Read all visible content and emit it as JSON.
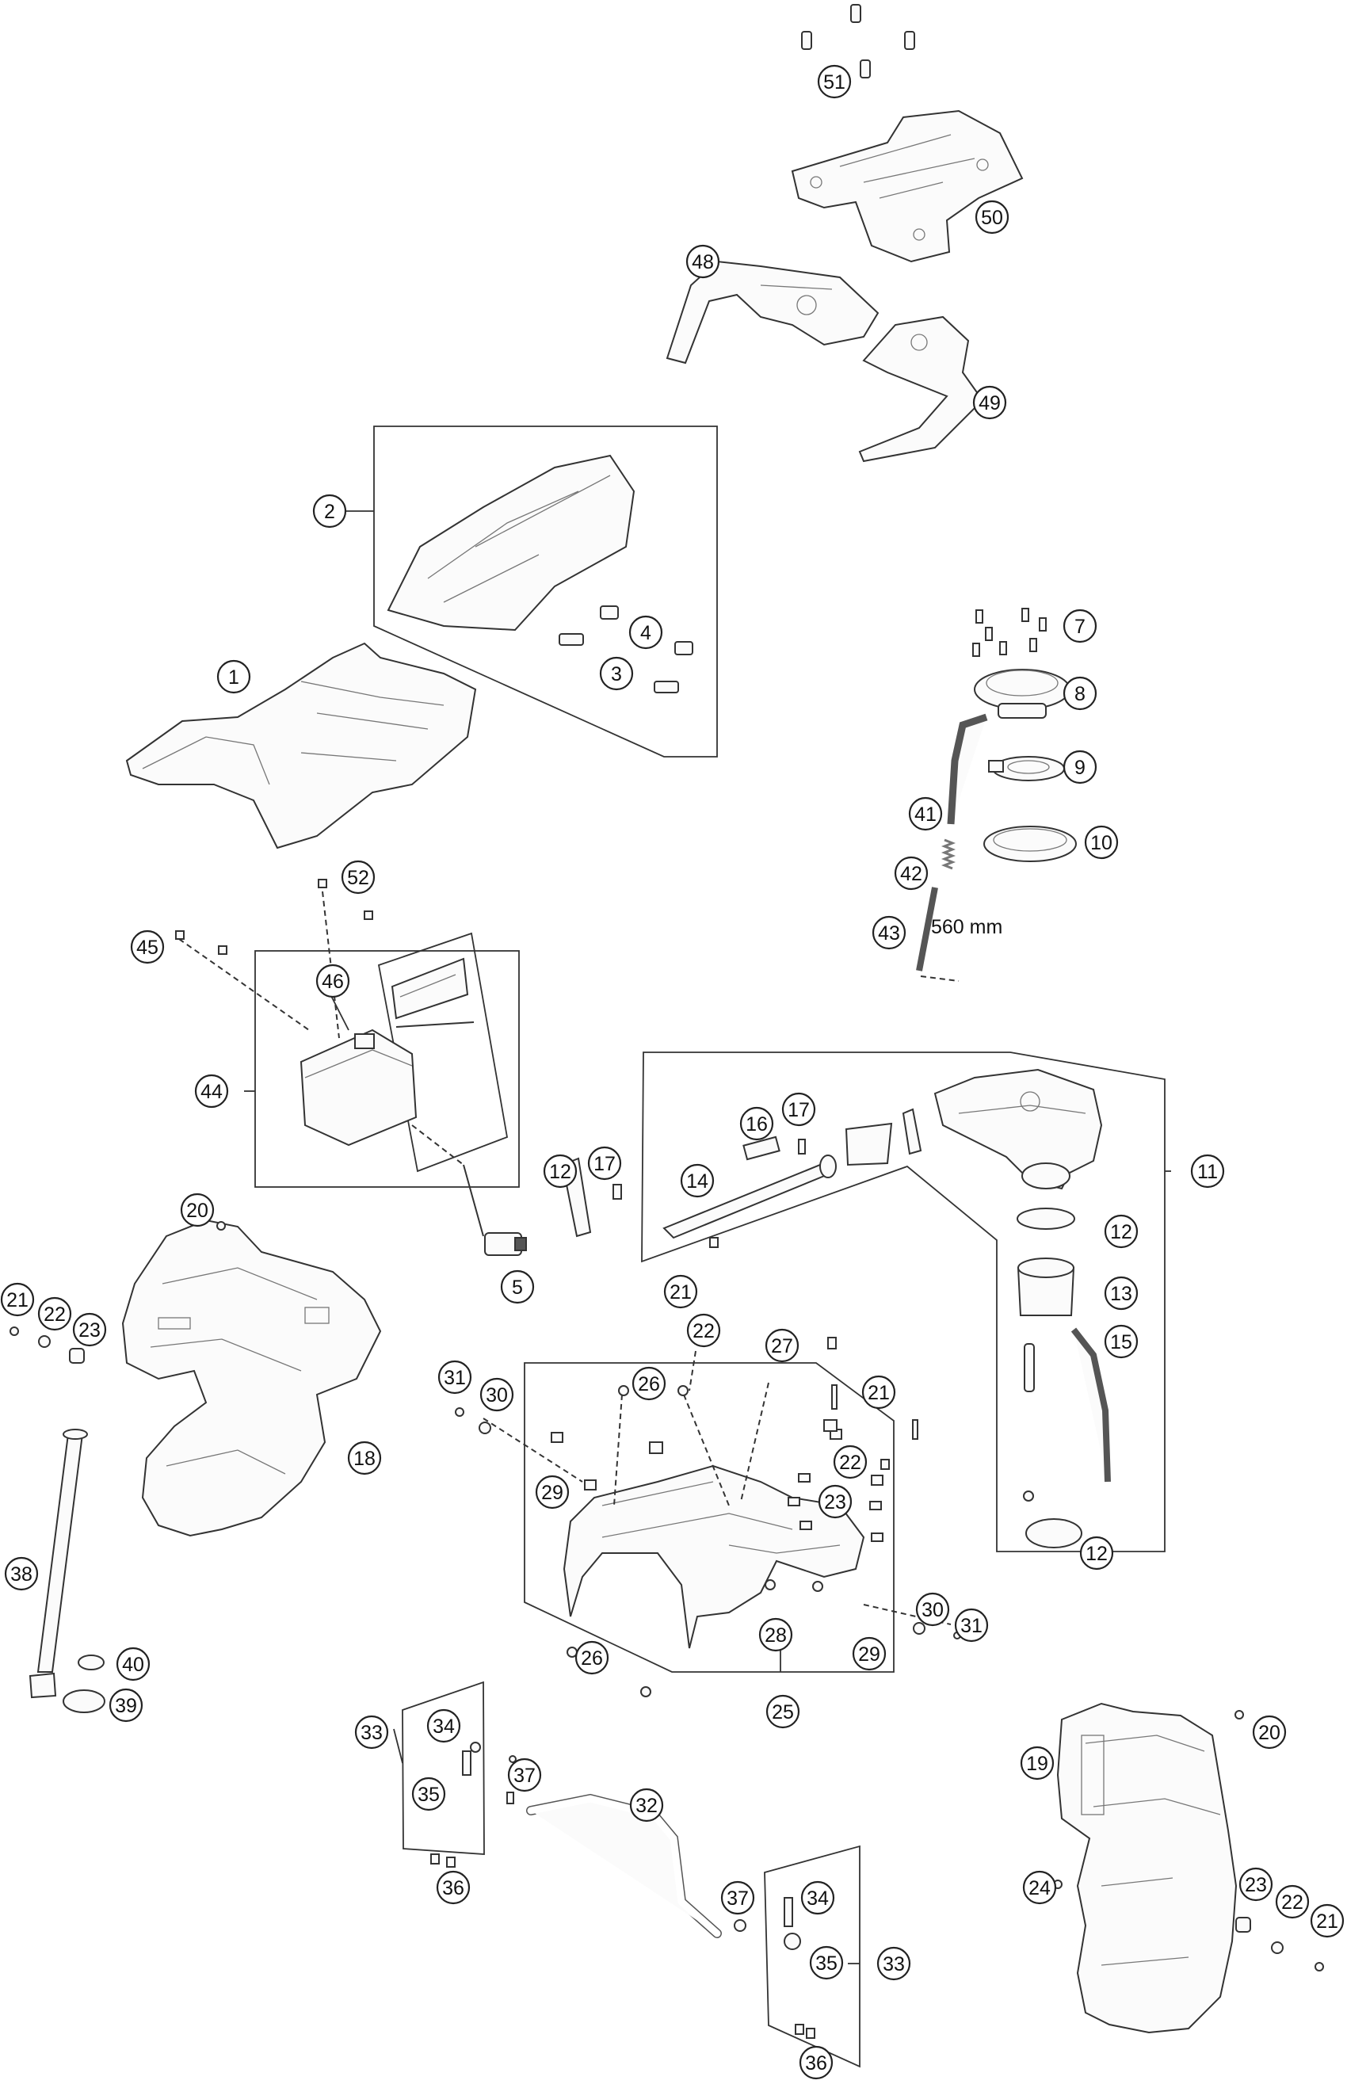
{
  "callouts": [
    {
      "id": "c51",
      "label": "51"
    },
    {
      "id": "c50",
      "label": "50"
    },
    {
      "id": "c48",
      "label": "48"
    },
    {
      "id": "c49",
      "label": "49"
    },
    {
      "id": "c2",
      "label": "2"
    },
    {
      "id": "c4",
      "label": "4"
    },
    {
      "id": "c3",
      "label": "3"
    },
    {
      "id": "c1",
      "label": "1"
    },
    {
      "id": "c7",
      "label": "7"
    },
    {
      "id": "c8",
      "label": "8"
    },
    {
      "id": "c9",
      "label": "9"
    },
    {
      "id": "c41",
      "label": "41"
    },
    {
      "id": "c10",
      "label": "10"
    },
    {
      "id": "c42",
      "label": "42"
    },
    {
      "id": "c43",
      "label": "43"
    },
    {
      "id": "c52",
      "label": "52"
    },
    {
      "id": "c45",
      "label": "45"
    },
    {
      "id": "c46",
      "label": "46"
    },
    {
      "id": "c44",
      "label": "44"
    },
    {
      "id": "c16",
      "label": "16"
    },
    {
      "id": "c17a",
      "label": "17"
    },
    {
      "id": "c12a",
      "label": "12"
    },
    {
      "id": "c17b",
      "label": "17"
    },
    {
      "id": "c14",
      "label": "14"
    },
    {
      "id": "c11",
      "label": "11"
    },
    {
      "id": "c20a",
      "label": "20"
    },
    {
      "id": "c5",
      "label": "5"
    },
    {
      "id": "c12b",
      "label": "12"
    },
    {
      "id": "c13",
      "label": "13"
    },
    {
      "id": "c21a",
      "label": "21"
    },
    {
      "id": "c22a",
      "label": "22"
    },
    {
      "id": "c23a",
      "label": "23"
    },
    {
      "id": "c21b",
      "label": "21"
    },
    {
      "id": "c22b",
      "label": "22"
    },
    {
      "id": "c27",
      "label": "27"
    },
    {
      "id": "c15",
      "label": "15"
    },
    {
      "id": "c31a",
      "label": "31"
    },
    {
      "id": "c30a",
      "label": "30"
    },
    {
      "id": "c26a",
      "label": "26"
    },
    {
      "id": "c21c",
      "label": "21"
    },
    {
      "id": "c18",
      "label": "18"
    },
    {
      "id": "c29a",
      "label": "29"
    },
    {
      "id": "c22c",
      "label": "22"
    },
    {
      "id": "c23b",
      "label": "23"
    },
    {
      "id": "c38",
      "label": "38"
    },
    {
      "id": "c12c",
      "label": "12"
    },
    {
      "id": "c40",
      "label": "40"
    },
    {
      "id": "c39",
      "label": "39"
    },
    {
      "id": "c30b",
      "label": "30"
    },
    {
      "id": "c31b",
      "label": "31"
    },
    {
      "id": "c28",
      "label": "28"
    },
    {
      "id": "c29b",
      "label": "29"
    },
    {
      "id": "c26b",
      "label": "26"
    },
    {
      "id": "c25",
      "label": "25"
    },
    {
      "id": "c20b",
      "label": "20"
    },
    {
      "id": "c33a",
      "label": "33"
    },
    {
      "id": "c34a",
      "label": "34"
    },
    {
      "id": "c19",
      "label": "19"
    },
    {
      "id": "c37a",
      "label": "37"
    },
    {
      "id": "c32",
      "label": "32"
    },
    {
      "id": "c35a",
      "label": "35"
    },
    {
      "id": "c36a",
      "label": "36"
    },
    {
      "id": "c24",
      "label": "24"
    },
    {
      "id": "c23c",
      "label": "23"
    },
    {
      "id": "c22d",
      "label": "22"
    },
    {
      "id": "c21d",
      "label": "21"
    },
    {
      "id": "c37b",
      "label": "37"
    },
    {
      "id": "c34b",
      "label": "34"
    },
    {
      "id": "c35b",
      "label": "35"
    },
    {
      "id": "c33b",
      "label": "33"
    },
    {
      "id": "c36b",
      "label": "36"
    }
  ],
  "dimension_label": "560 mm"
}
